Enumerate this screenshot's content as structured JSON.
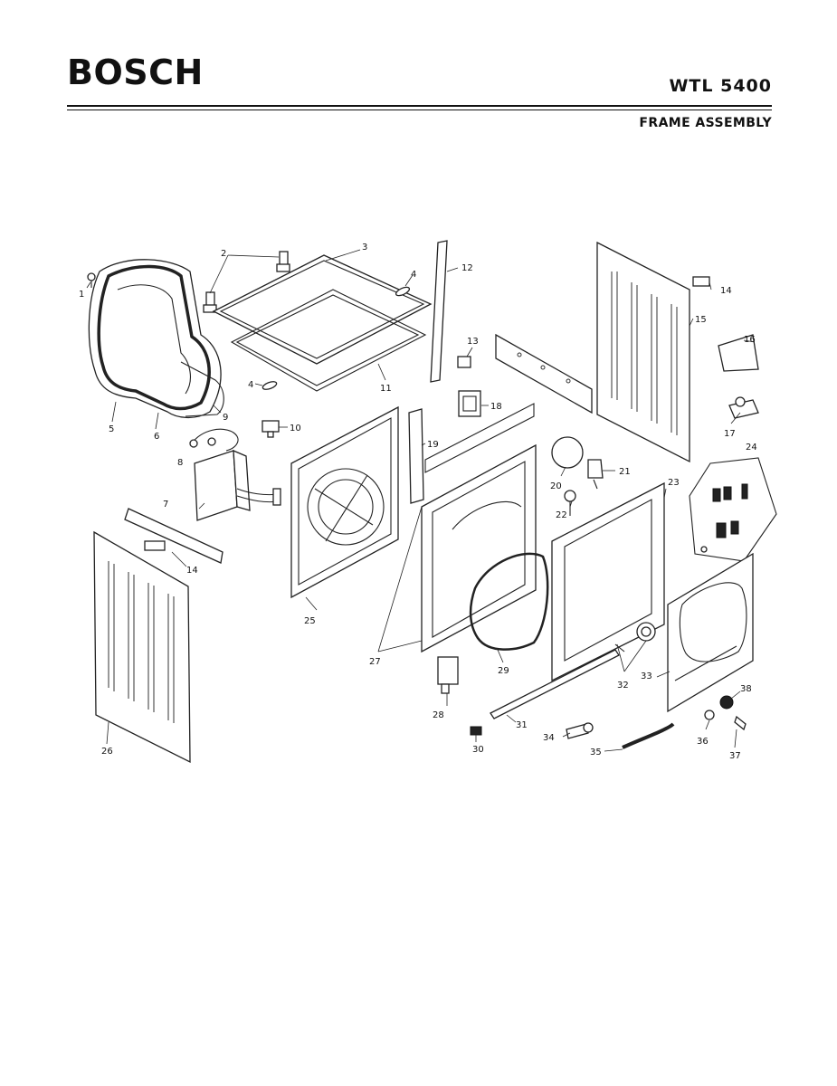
{
  "header": {
    "brand": "BOSCH",
    "model": "WTL 5400",
    "section_title": "FRAME ASSEMBLY"
  },
  "diagram": {
    "callouts": [
      "1",
      "2",
      "3",
      "4",
      "4",
      "5",
      "6",
      "7",
      "8",
      "9",
      "10",
      "11",
      "12",
      "13",
      "14",
      "14",
      "15",
      "16",
      "17",
      "18",
      "19",
      "20",
      "21",
      "22",
      "23",
      "24",
      "25",
      "26",
      "27",
      "28",
      "29",
      "30",
      "31",
      "32",
      "33",
      "34",
      "35",
      "36",
      "37",
      "38"
    ]
  }
}
